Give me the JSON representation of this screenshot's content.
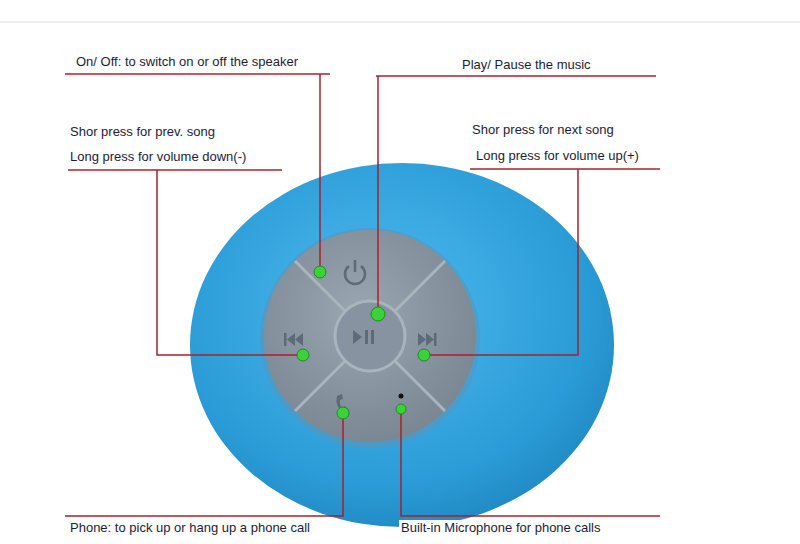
{
  "diagram": {
    "labels": [
      "On/ Off: to switch on or off the speaker",
      "Play/ Pause the music",
      "Shor press for prev. song",
      "Long press for volume down(-)",
      "Shor press for next song",
      "Long press for volume up(+)",
      "Phone: to pick up or hang up a phone call",
      "Built-in Microphone for phone calls"
    ]
  }
}
